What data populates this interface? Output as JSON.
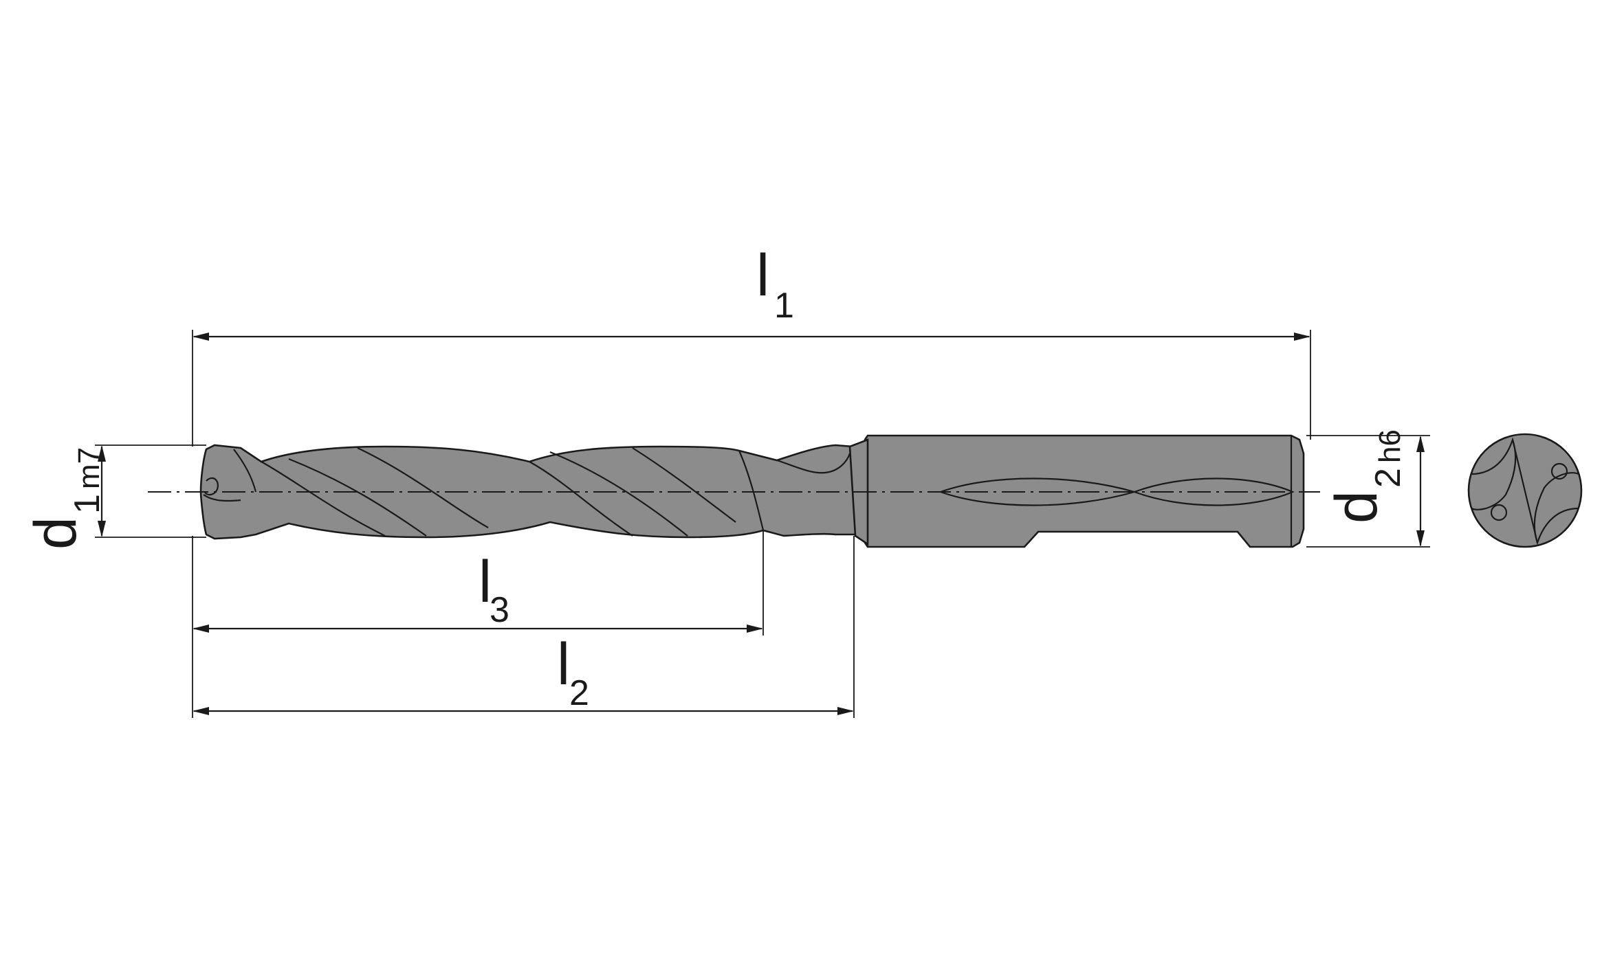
{
  "dimensions": {
    "l1": {
      "symbol": "l",
      "subscript": "1"
    },
    "l2": {
      "symbol": "l",
      "subscript": "2"
    },
    "l3": {
      "symbol": "l",
      "subscript": "3"
    },
    "d1": {
      "symbol": "d",
      "subscript": "1",
      "tolerance": "m7"
    },
    "d2": {
      "symbol": "d",
      "subscript": "2",
      "tolerance": "h6"
    }
  },
  "colors": {
    "tool_body": "#8c8c8c",
    "lines": "#1a1a1a",
    "background": "#ffffff"
  }
}
